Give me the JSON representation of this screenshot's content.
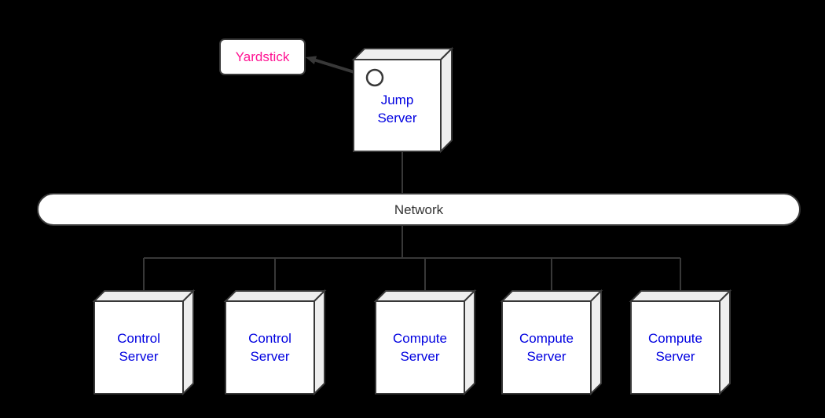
{
  "diagram": {
    "type": "deployment-diagram",
    "colors": {
      "background": "#000000",
      "line": "#383838",
      "node_fill": "#ffffff",
      "node_depth_fill": "#eeeeee",
      "server_text": "#0000e0",
      "yardstick_text": "#ff1493",
      "network_text": "#333333"
    },
    "nodes": {
      "yardstick": {
        "label": "Yardstick",
        "shape": "rounded-rectangle"
      },
      "jump_server": {
        "label": "Jump\nServer",
        "shape": "3d-node"
      },
      "network": {
        "label": "Network",
        "shape": "pill"
      },
      "control_server_1": {
        "label": "Control\nServer",
        "shape": "3d-node"
      },
      "control_server_2": {
        "label": "Control\nServer",
        "shape": "3d-node"
      },
      "compute_server_1": {
        "label": "Compute\nServer",
        "shape": "3d-node"
      },
      "compute_server_2": {
        "label": "Compute\nServer",
        "shape": "3d-node"
      },
      "compute_server_3": {
        "label": "Compute\nServer",
        "shape": "3d-node"
      }
    },
    "edges": [
      {
        "from": "jump_server",
        "to": "yardstick",
        "style": "arrow",
        "connector": "interface-circle"
      },
      {
        "from": "jump_server",
        "to": "network",
        "style": "line"
      },
      {
        "from": "network",
        "to": "control_server_1",
        "style": "line"
      },
      {
        "from": "network",
        "to": "control_server_2",
        "style": "line"
      },
      {
        "from": "network",
        "to": "compute_server_1",
        "style": "line"
      },
      {
        "from": "network",
        "to": "compute_server_2",
        "style": "line"
      },
      {
        "from": "network",
        "to": "compute_server_3",
        "style": "line"
      }
    ]
  }
}
